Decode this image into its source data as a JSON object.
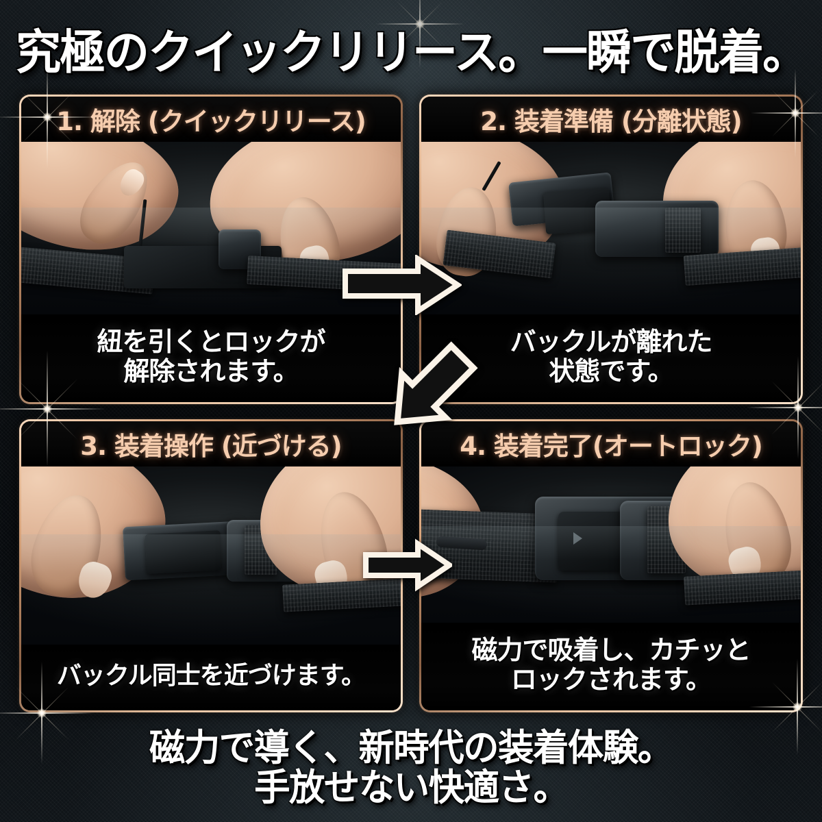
{
  "title": {
    "text": "究極のクイックリリース。一瞬で脱着。"
  },
  "colors": {
    "accent_border": "#f0c9a8",
    "header_text": "#f6cdae",
    "body_text": "#ffffff",
    "background": "#0a0e11",
    "arrow_fill": "#111111",
    "arrow_outline": "#fbf3e8"
  },
  "panels": [
    {
      "number": "1.",
      "heading_main": "解除",
      "heading_sub": "(クイックリリース)",
      "heading_full": "1. 解除 (クイックリリース)",
      "caption": "紐を引くとロックが\n解除されます。",
      "photo_alt": "指で紐を引いてバックルのロックを解除している様子"
    },
    {
      "number": "2.",
      "heading_main": "装着準備",
      "heading_sub": "(分離状態)",
      "heading_full": "2. 装着準備 (分離状態)",
      "caption": "バックルが離れた\n状態です。",
      "photo_alt": "左右に分離した二つのバックルを両手で持っている様子"
    },
    {
      "number": "3.",
      "heading_main": "装着操作",
      "heading_sub": "(近づける)",
      "heading_full": "3. 装着操作 (近づける)",
      "caption": "バックル同士を近づけます。",
      "photo_alt": "二つのバックルを互いに近づけている様子"
    },
    {
      "number": "4.",
      "heading_main": "装着完了",
      "heading_sub": "(オートロック)",
      "heading_full": "4. 装着完了(オートロック)",
      "caption": "磁力で吸着し、カチッと\nロックされます。",
      "photo_alt": "磁力で吸着して完全に連結したバックル"
    }
  ],
  "arrows": [
    {
      "name": "arrow-1-to-2",
      "direction": "right"
    },
    {
      "name": "arrow-2-to-3",
      "direction": "down-left"
    },
    {
      "name": "arrow-3-to-4",
      "direction": "right"
    }
  ],
  "footer": {
    "line1": "磁力で導く、新時代の装着体験。",
    "line2": "手放せない快適さ。"
  }
}
